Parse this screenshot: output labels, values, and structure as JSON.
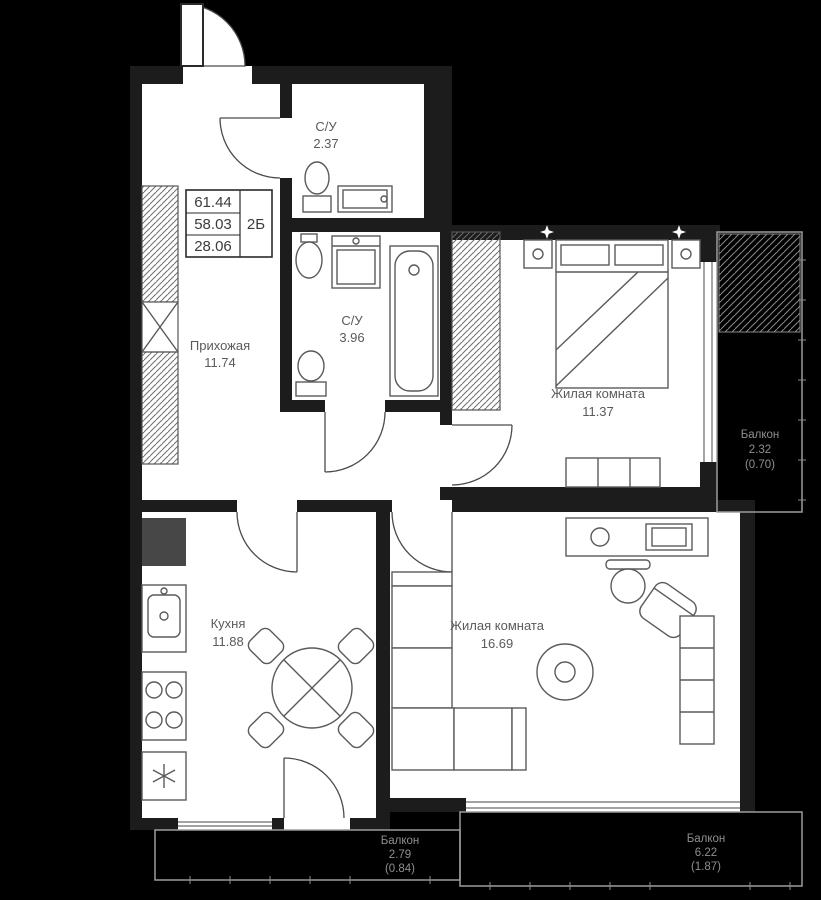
{
  "plan": {
    "info": {
      "l1": "61.44",
      "l2": "58.03",
      "l3": "28.06",
      "type": "2Б"
    },
    "rooms": {
      "su1": {
        "name": "С/У",
        "area": "2.37"
      },
      "su2": {
        "name": "С/У",
        "area": "3.96"
      },
      "hallway": {
        "name": "Прихожая",
        "area": "11.74"
      },
      "bedroom": {
        "name": "Жилая комната",
        "area": "11.37"
      },
      "kitchen": {
        "name": "Кухня",
        "area": "11.88"
      },
      "living": {
        "name": "Жилая комната",
        "area": "16.69"
      },
      "balcony_right": {
        "name": "Балкон",
        "area": "2.32",
        "reduced": "(0.70)"
      },
      "balcony_bl": {
        "name": "Балкон",
        "area": "2.79",
        "reduced": "(0.84)"
      },
      "balcony_br": {
        "name": "Балкон",
        "area": "6.22",
        "reduced": "(1.87)"
      }
    },
    "colors": {
      "background": "#000000",
      "floor": "#ffffff",
      "wall": "#1c1c1c",
      "furniture_line": "#5a5a5a",
      "room_label": "#5a5a5a",
      "balcony_line": "#9c9c9c",
      "balcony_label": "#8f8f8f"
    }
  }
}
